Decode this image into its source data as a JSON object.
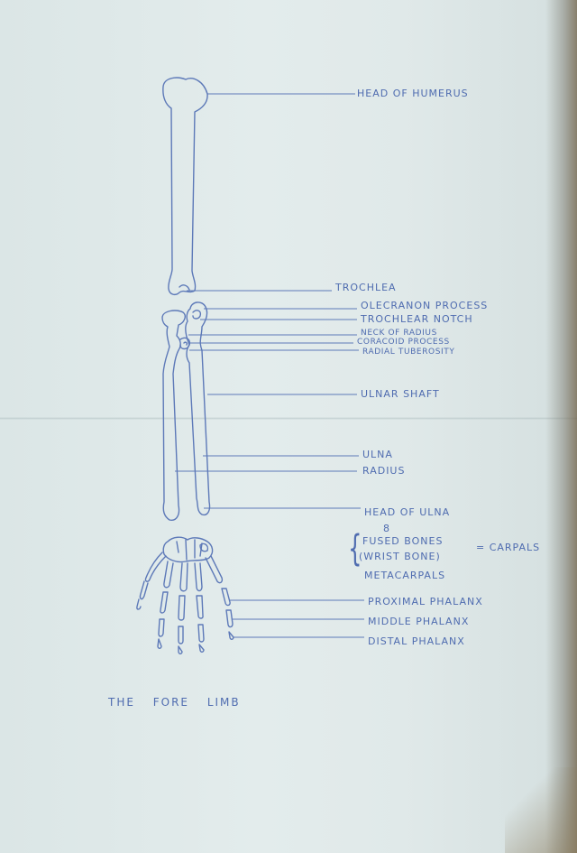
{
  "labels": {
    "head_of_humerus": "HEAD OF HUMERUS",
    "trochlea": "TROCHLEA",
    "olecranon_process": "OLECRANON PROCESS",
    "trochlear_notch": "TROCHLEAR NOTCH",
    "neck_of_radius": "NECK OF RADIUS",
    "coracoid_process": "CORACOID PROCESS",
    "radial_tuberosity": "RADIAL TUBEROSITY",
    "ulnar_shaft": "ULNAR SHAFT",
    "ulna": "ULNA",
    "radius": "RADIUS",
    "head_of_ulna": "HEAD OF ULNA",
    "eight": "8",
    "fused_bones": "FUSED BONES",
    "wrist_bone": "(WRIST BONE)",
    "carpals": "= CARPALS",
    "metacarpals": "METACARPALS",
    "proximal_phalanx": "PROXIMAL PHALANX",
    "middle_phalanx": "MIDDLE PHALANX",
    "distal_phalanx": "DISTAL PHALANX"
  },
  "caption": "THE FORE LIMB",
  "colors": {
    "ink": "#5d79b8",
    "paper": "#e0e9e9"
  }
}
